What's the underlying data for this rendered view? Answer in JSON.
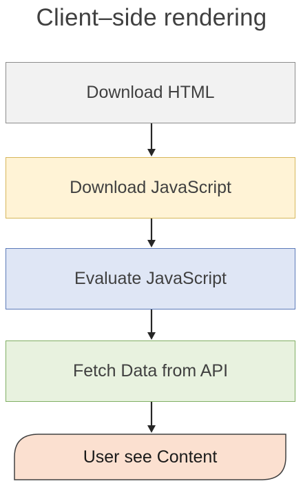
{
  "title": "Client–side rendering",
  "steps": [
    {
      "label": "Download HTML"
    },
    {
      "label": "Download JavaScript"
    },
    {
      "label": "Evaluate JavaScript"
    },
    {
      "label": "Fetch Data from API"
    }
  ],
  "final_step": {
    "label": "User see Content"
  },
  "colors": {
    "step1_fill": "#f2f2f2",
    "step1_border": "#8c8c8c",
    "step2_fill": "#fff3d6",
    "step2_border": "#d6b65a",
    "step3_fill": "#dfe6f5",
    "step3_border": "#5b79b8",
    "step4_fill": "#e8f2df",
    "step4_border": "#7fae62",
    "final_fill": "#fbe0d0",
    "final_border": "#404040",
    "arrow": "#262626"
  }
}
